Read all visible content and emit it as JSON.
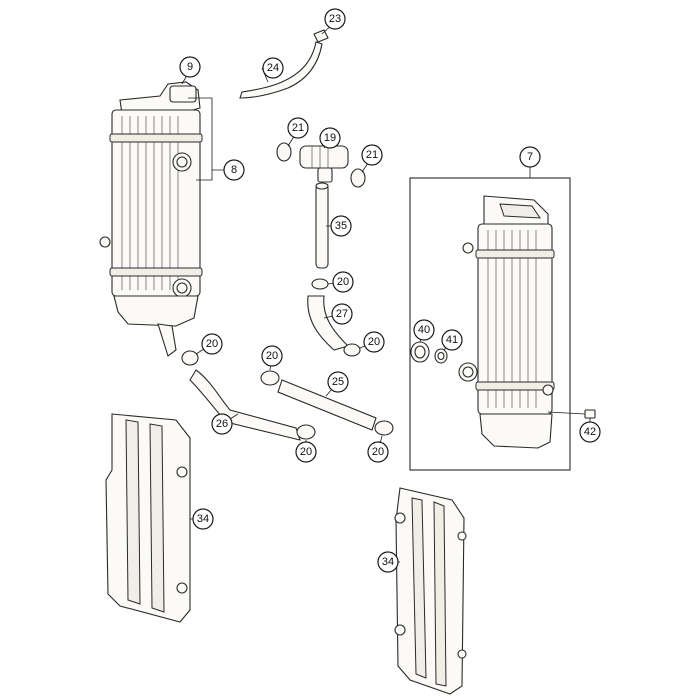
{
  "diagram": {
    "type": "exploded-parts-view",
    "callouts": [
      {
        "id": "c23",
        "label": "23"
      },
      {
        "id": "c9",
        "label": "9"
      },
      {
        "id": "c24",
        "label": "24"
      },
      {
        "id": "c8",
        "label": "8"
      },
      {
        "id": "c21a",
        "label": "21"
      },
      {
        "id": "c19",
        "label": "19"
      },
      {
        "id": "c21b",
        "label": "21"
      },
      {
        "id": "c7",
        "label": "7"
      },
      {
        "id": "c35",
        "label": "35"
      },
      {
        "id": "c20a",
        "label": "20"
      },
      {
        "id": "c27",
        "label": "27"
      },
      {
        "id": "c20b",
        "label": "20"
      },
      {
        "id": "c40",
        "label": "40"
      },
      {
        "id": "c41",
        "label": "41"
      },
      {
        "id": "c20c",
        "label": "20"
      },
      {
        "id": "c20d",
        "label": "20"
      },
      {
        "id": "c25",
        "label": "25"
      },
      {
        "id": "c26",
        "label": "26"
      },
      {
        "id": "c42",
        "label": "42"
      },
      {
        "id": "c20e",
        "label": "20"
      },
      {
        "id": "c20f",
        "label": "20"
      },
      {
        "id": "c34a",
        "label": "34"
      },
      {
        "id": "c34b",
        "label": "34"
      }
    ]
  }
}
